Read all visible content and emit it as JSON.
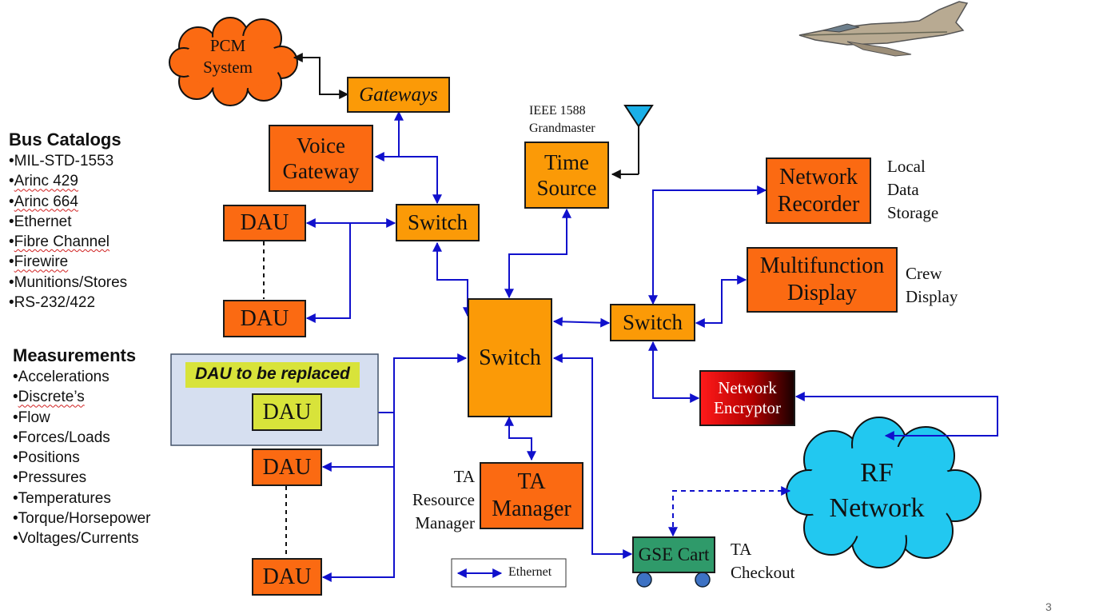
{
  "nodes": {
    "pcm": "PCM System",
    "gateways": "Gateways",
    "voice_gateway": "Voice Gateway",
    "dau_top1": "DAU",
    "dau_top2": "DAU",
    "switch_upper": "Switch",
    "time_source": "Time Source",
    "grandmaster": "IEEE 1588 Grandmaster",
    "switch_main": "Switch",
    "switch_right": "Switch",
    "network_recorder": "Network Recorder",
    "local_data_storage": "Local Data Storage",
    "multifunction_display": "Multifunction Display",
    "crew_display": "Crew Display",
    "network_encryptor": "Network Encryptor",
    "rf_network": "RF Network",
    "ta_manager": "TA Manager",
    "ta_resource_manager": "TA Resource Manager",
    "gse_cart": "GSE Cart",
    "ta_checkout": "TA Checkout",
    "dau_replaced_title": "DAU to be replaced",
    "dau_replaced": "DAU",
    "dau_low1": "DAU",
    "dau_low2": "DAU"
  },
  "bus_catalogs": {
    "heading": "Bus Catalogs",
    "items": [
      "MIL-STD-1553",
      "Arinc 429",
      "Arinc 664",
      "Ethernet",
      "Fibre Channel",
      "Firewire",
      "Munitions/Stores",
      "RS-232/422"
    ]
  },
  "measurements": {
    "heading": "Measurements",
    "items": [
      "Accelerations",
      "Discrete’s",
      "Flow",
      "Forces/Loads",
      "Positions",
      "Pressures",
      "Temperatures",
      "Torque/Horsepower",
      "Voltages/Currents"
    ]
  },
  "legend": {
    "ethernet": "Ethernet"
  },
  "page_number": "3",
  "colors": {
    "orange_dark": "#fb6a12",
    "orange_light": "#fb9a07",
    "link_blue": "#1010cc",
    "cloud_rf": "#22c8f0",
    "cart_green": "#2f9a6a",
    "dau_replace_yellow": "#d8e33a",
    "replace_panel": "#d6dff0"
  }
}
